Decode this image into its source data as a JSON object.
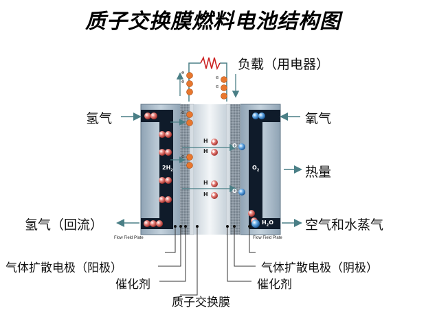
{
  "title": "质子交换膜燃料电池结构图",
  "labels": {
    "load": "负载（用电器）",
    "hydrogen_in": "氢气",
    "oxygen_in": "氧气",
    "heat": "热量",
    "hydrogen_return": "氢气（回流）",
    "air_water": "空气和水蒸气",
    "flow_plate_left": "Flow Field Plate",
    "flow_plate_right": "Flow Field Plate",
    "gdl_anode": "气体扩散电极（阳极）",
    "catalyst_left": "催化剂",
    "membrane": "质子交换膜",
    "gdl_cathode": "气体扩散电极（阴极）",
    "catalyst_right": "催化剂"
  },
  "particles": {
    "electron": "e",
    "minus": "−",
    "plus": "+",
    "proton": "H",
    "oxygen_ion": "O",
    "h2": "2H",
    "h2_sub": "2",
    "o2": "O",
    "o2_sub": "2",
    "h2o": "H",
    "h2o_sub": "2",
    "h2o_tail": "O"
  },
  "colors": {
    "plate_light": "#aebfcc",
    "plate_dark": "#0f1b2a",
    "gdl": "#7b8793",
    "membrane": "#dde3e8",
    "h_atom": "#d9534f",
    "o_atom": "#3f8fd8",
    "electron": "#e8772e",
    "arrow": "#4a7f86",
    "wire_red": "#cc2222"
  }
}
